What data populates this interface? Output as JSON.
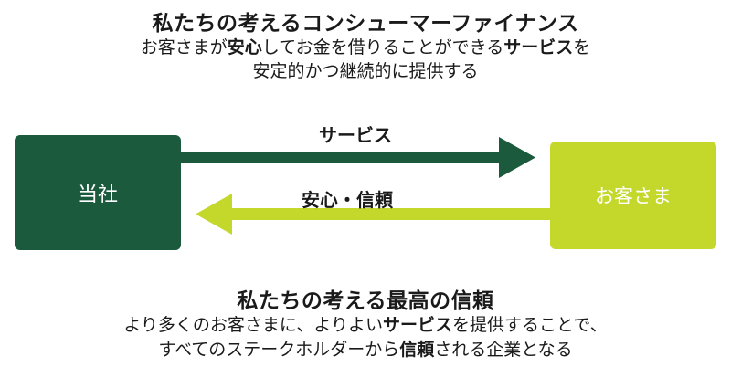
{
  "header": {
    "title": "私たちの考えるコンシューマーファイナンス",
    "line1": [
      {
        "text": "お客さまが",
        "bold": false
      },
      {
        "text": "安心",
        "bold": true
      },
      {
        "text": "してお金を借りることができる",
        "bold": false
      },
      {
        "text": "サービス",
        "bold": true
      },
      {
        "text": "を",
        "bold": false
      }
    ],
    "line2": "安定的かつ継続的に提供する"
  },
  "diagram": {
    "company_label": "当社",
    "customer_label": "お客さま",
    "arrow_to_customer_label": "サービス",
    "arrow_to_company_label": "安心・信頼",
    "colors": {
      "company": "#1c5a3e",
      "customer": "#c4d82c"
    }
  },
  "footer": {
    "title": "私たちの考える最高の信頼",
    "line1": [
      {
        "text": "より多くのお客さまに、よりよい",
        "bold": false
      },
      {
        "text": "サービス",
        "bold": true
      },
      {
        "text": "を提供することで、",
        "bold": false
      }
    ],
    "line2": [
      {
        "text": "すべてのステークホルダーから",
        "bold": false
      },
      {
        "text": "信頼",
        "bold": true
      },
      {
        "text": "される企業となる",
        "bold": false
      }
    ]
  }
}
